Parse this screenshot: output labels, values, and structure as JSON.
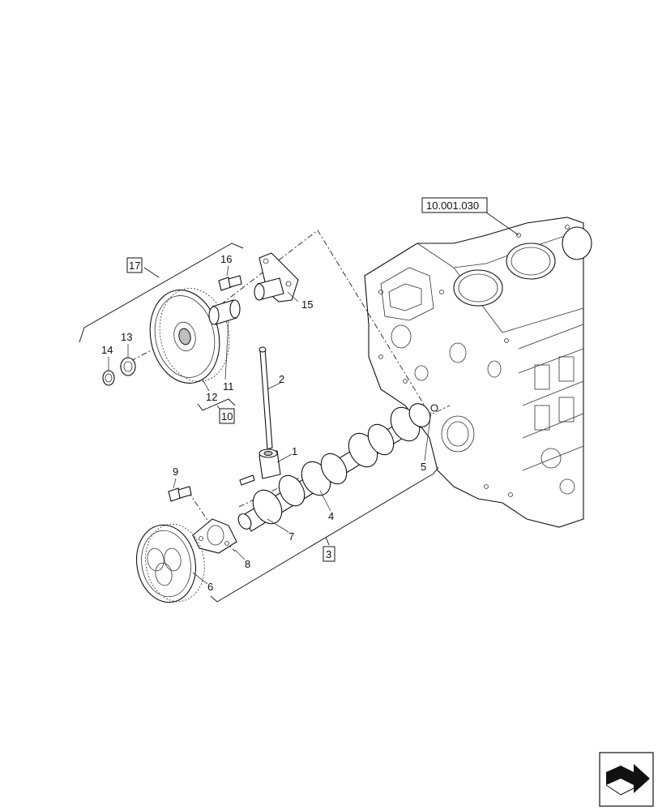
{
  "reference_box": "10.001.030",
  "callouts": {
    "c1": "1",
    "c2": "2",
    "c3": "3",
    "c4": "4",
    "c5": "5",
    "c6": "6",
    "c7": "7",
    "c8": "8",
    "c9": "9",
    "c10": "10",
    "c11": "11",
    "c12": "12",
    "c13": "13",
    "c14": "14",
    "c15": "15",
    "c16": "16",
    "c17": "17"
  },
  "icons": {
    "nav": "next-page-arrow-icon"
  }
}
